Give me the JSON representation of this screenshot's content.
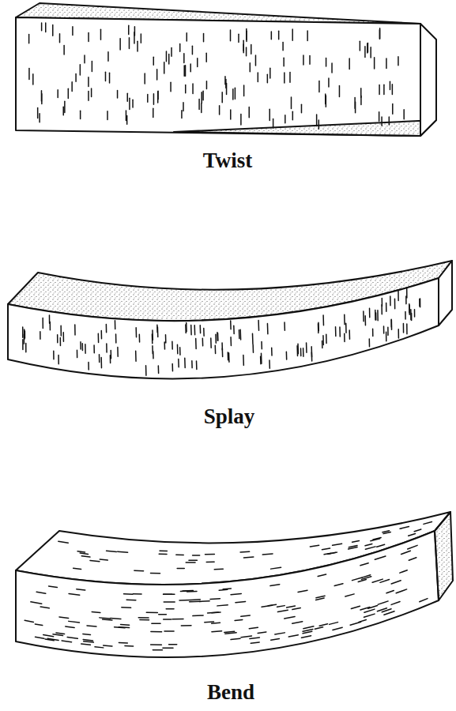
{
  "diagram": {
    "labels": [
      "Twist",
      "Splay",
      "Bend"
    ]
  }
}
